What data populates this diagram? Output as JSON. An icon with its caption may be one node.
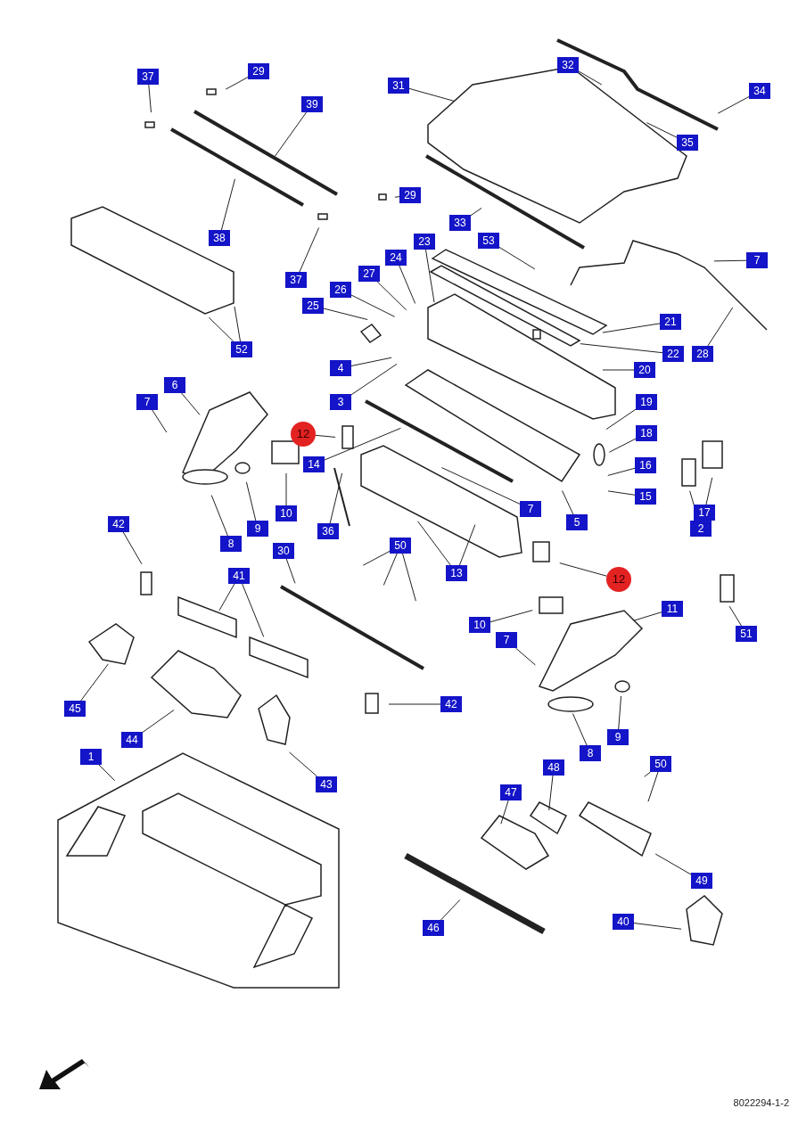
{
  "diagram": {
    "nodes": [
      {
        "text": [
          "37"
        ]
      },
      {
        "text": [
          "29"
        ]
      },
      {
        "text": [
          "32"
        ]
      },
      {
        "text": [
          "31"
        ]
      },
      {
        "text": [
          "34"
        ]
      },
      {
        "text": [
          "39"
        ]
      },
      {
        "text": [
          "35"
        ]
      },
      {
        "text": [
          "29"
        ]
      },
      {
        "text": [
          "33"
        ]
      },
      {
        "text": [
          "38"
        ]
      },
      {
        "text": [
          "53"
        ]
      },
      {
        "text": [
          "23"
        ]
      },
      {
        "text": [
          "24"
        ]
      },
      {
        "text": [
          "7"
        ]
      },
      {
        "text": [
          "27"
        ]
      },
      {
        "text": [
          "37"
        ]
      },
      {
        "text": [
          "26"
        ]
      },
      {
        "text": [
          "25"
        ]
      },
      {
        "text": [
          "21"
        ]
      },
      {
        "text": [
          "52"
        ]
      },
      {
        "text": [
          "22"
        ]
      },
      {
        "text": [
          "28"
        ]
      },
      {
        "text": [
          "4"
        ]
      },
      {
        "text": [
          "20"
        ]
      },
      {
        "text": [
          "6"
        ]
      },
      {
        "text": [
          "7"
        ]
      },
      {
        "text": [
          "3"
        ]
      },
      {
        "text": [
          "19"
        ]
      },
      {
        "text": [
          "12"
        ]
      },
      {
        "text": [
          "18"
        ]
      },
      {
        "text": [
          "14"
        ]
      },
      {
        "text": [
          "16"
        ]
      },
      {
        "text": [
          "15"
        ]
      },
      {
        "text": [
          "7"
        ]
      },
      {
        "text": [
          "17"
        ]
      },
      {
        "text": [
          "10"
        ]
      },
      {
        "text": [
          "5"
        ]
      },
      {
        "text": [
          "42"
        ]
      },
      {
        "text": [
          "9"
        ]
      },
      {
        "text": [
          "2"
        ]
      },
      {
        "text": [
          "36"
        ]
      },
      {
        "text": [
          "8"
        ]
      },
      {
        "text": [
          "50"
        ]
      },
      {
        "text": [
          "30"
        ]
      },
      {
        "text": [
          "13"
        ]
      },
      {
        "text": [
          "41"
        ]
      },
      {
        "text": [
          "12"
        ]
      },
      {
        "text": [
          "11"
        ]
      },
      {
        "text": [
          "10"
        ]
      },
      {
        "text": [
          "51"
        ]
      },
      {
        "text": [
          "7"
        ]
      },
      {
        "text": [
          "42"
        ]
      },
      {
        "text": [
          "45"
        ]
      },
      {
        "text": [
          "9"
        ]
      },
      {
        "text": [
          "44"
        ]
      },
      {
        "text": [
          "8"
        ]
      },
      {
        "text": [
          "1"
        ]
      },
      {
        "text": [
          "50"
        ]
      },
      {
        "text": [
          "48"
        ]
      },
      {
        "text": [
          "43"
        ]
      },
      {
        "text": [
          "47"
        ]
      },
      {
        "text": [
          "49"
        ]
      },
      {
        "text": [
          "40"
        ]
      },
      {
        "text": [
          "46"
        ]
      }
    ],
    "edges": [
      {
        "from": 0,
        "to": null,
        "arrow": "none"
      },
      {
        "from": 1,
        "to": null,
        "arrow": "none"
      },
      {
        "from": 2,
        "to": null,
        "arrow": "none"
      },
      {
        "from": 3,
        "to": null,
        "arrow": "none"
      },
      {
        "from": 4,
        "to": null,
        "arrow": "none"
      },
      {
        "from": 5,
        "to": null,
        "arrow": "none"
      },
      {
        "from": 6,
        "to": null,
        "arrow": "none"
      },
      {
        "from": 7,
        "to": null,
        "arrow": "none"
      },
      {
        "from": 8,
        "to": null,
        "arrow": "none"
      },
      {
        "from": 9,
        "to": null,
        "arrow": "none"
      },
      {
        "from": 10,
        "to": null,
        "arrow": "none"
      },
      {
        "from": 11,
        "to": null,
        "arrow": "none"
      },
      {
        "from": 12,
        "to": null,
        "arrow": "none"
      },
      {
        "from": 13,
        "to": null,
        "arrow": "none"
      },
      {
        "from": 14,
        "to": null,
        "arrow": "none"
      },
      {
        "from": 15,
        "to": null,
        "arrow": "none"
      },
      {
        "from": 16,
        "to": null,
        "arrow": "none"
      },
      {
        "from": 17,
        "to": null,
        "arrow": "none"
      },
      {
        "from": 18,
        "to": null,
        "arrow": "none"
      },
      {
        "from": 19,
        "to": null,
        "arrow": "none"
      },
      {
        "from": 19,
        "to": null,
        "arrow": "none"
      },
      {
        "from": 20,
        "to": null,
        "arrow": "none"
      },
      {
        "from": 21,
        "to": null,
        "arrow": "none"
      },
      {
        "from": 22,
        "to": null,
        "arrow": "none"
      },
      {
        "from": 23,
        "to": null,
        "arrow": "none"
      },
      {
        "from": 24,
        "to": null,
        "arrow": "none"
      },
      {
        "from": 25,
        "to": null,
        "arrow": "none"
      },
      {
        "from": 26,
        "to": null,
        "arrow": "none"
      },
      {
        "from": 27,
        "to": null,
        "arrow": "none"
      },
      {
        "from": 28,
        "to": null,
        "arrow": "none"
      },
      {
        "from": 29,
        "to": null,
        "arrow": "none"
      },
      {
        "from": 30,
        "to": null,
        "arrow": "none"
      },
      {
        "from": 31,
        "to": null,
        "arrow": "none"
      },
      {
        "from": 32,
        "to": null,
        "arrow": "none"
      },
      {
        "from": 33,
        "to": null,
        "arrow": "none"
      },
      {
        "from": 34,
        "to": null,
        "arrow": "none"
      },
      {
        "from": 35,
        "to": null,
        "arrow": "none"
      },
      {
        "from": 36,
        "to": null,
        "arrow": "none"
      },
      {
        "from": 37,
        "to": null,
        "arrow": "none"
      },
      {
        "from": 38,
        "to": null,
        "arrow": "none"
      },
      {
        "from": 39,
        "to": null,
        "arrow": "none"
      },
      {
        "from": 40,
        "to": null,
        "arrow": "none"
      },
      {
        "from": 41,
        "to": null,
        "arrow": "none"
      },
      {
        "from": 42,
        "to": null,
        "arrow": "none"
      },
      {
        "from": 42,
        "to": null,
        "arrow": "none"
      },
      {
        "from": 42,
        "to": null,
        "arrow": "none"
      },
      {
        "from": 43,
        "to": null,
        "arrow": "none"
      },
      {
        "from": 44,
        "to": null,
        "arrow": "none"
      },
      {
        "from": 44,
        "to": null,
        "arrow": "none"
      },
      {
        "from": 45,
        "to": null,
        "arrow": "none"
      },
      {
        "from": 45,
        "to": null,
        "arrow": "none"
      },
      {
        "from": 46,
        "to": null,
        "arrow": "none"
      },
      {
        "from": 47,
        "to": null,
        "arrow": "none"
      },
      {
        "from": 48,
        "to": null,
        "arrow": "none"
      },
      {
        "from": 49,
        "to": null,
        "arrow": "none"
      },
      {
        "from": 50,
        "to": null,
        "arrow": "none"
      },
      {
        "from": 51,
        "to": null,
        "arrow": "none"
      },
      {
        "from": 52,
        "to": null,
        "arrow": "none"
      },
      {
        "from": 53,
        "to": null,
        "arrow": "none"
      },
      {
        "from": 54,
        "to": null,
        "arrow": "none"
      },
      {
        "from": 55,
        "to": null,
        "arrow": "none"
      },
      {
        "from": 56,
        "to": null,
        "arrow": "none"
      },
      {
        "from": 57,
        "to": null,
        "arrow": "none"
      },
      {
        "from": 57,
        "to": null,
        "arrow": "none"
      },
      {
        "from": 58,
        "to": null,
        "arrow": "none"
      },
      {
        "from": 59,
        "to": null,
        "arrow": "none"
      },
      {
        "from": 60,
        "to": null,
        "arrow": "none"
      },
      {
        "from": 61,
        "to": null,
        "arrow": "none"
      },
      {
        "from": 62,
        "to": null,
        "arrow": "none"
      },
      {
        "from": 63,
        "to": null,
        "arrow": "none"
      }
    ],
    "labels": [
      "8022294-1-2"
    ]
  }
}
